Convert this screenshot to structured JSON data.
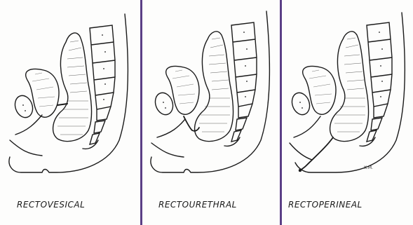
{
  "colors": {
    "divider": "#5b3f86",
    "ink": "#1a1a1a",
    "background": "#ffffff"
  },
  "panels": [
    {
      "caption": "RECTOVESICAL"
    },
    {
      "caption": "RECTOURETHRAL"
    },
    {
      "caption": "RECTOPERINEAL"
    }
  ],
  "signature_mark": "K.M."
}
